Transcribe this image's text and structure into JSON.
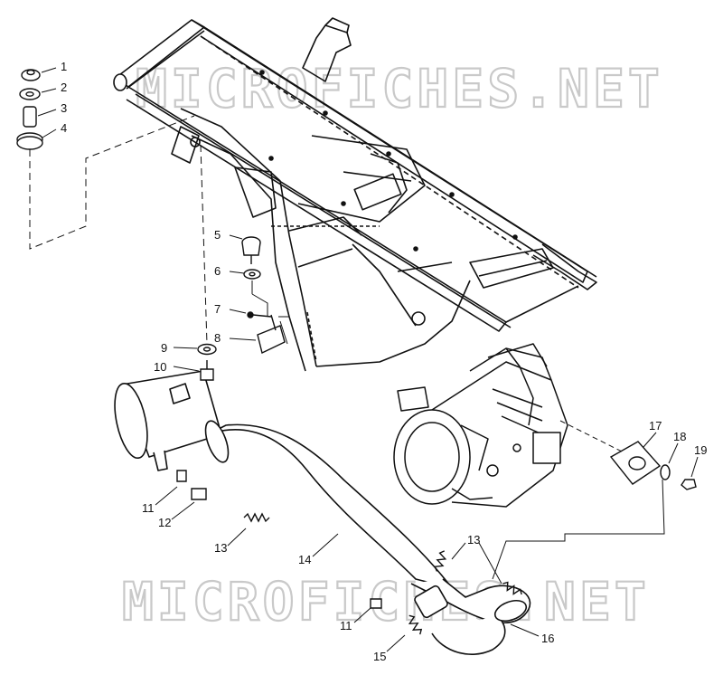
{
  "watermark": {
    "top": "MICROFICHES.NET",
    "bottom": "MICROFICHES.NET"
  },
  "callouts": [
    "1",
    "2",
    "3",
    "4",
    "5",
    "6",
    "7",
    "8",
    "9",
    "10",
    "11",
    "12",
    "13",
    "14",
    "11",
    "13",
    "15",
    "16",
    "17",
    "18",
    "19"
  ]
}
